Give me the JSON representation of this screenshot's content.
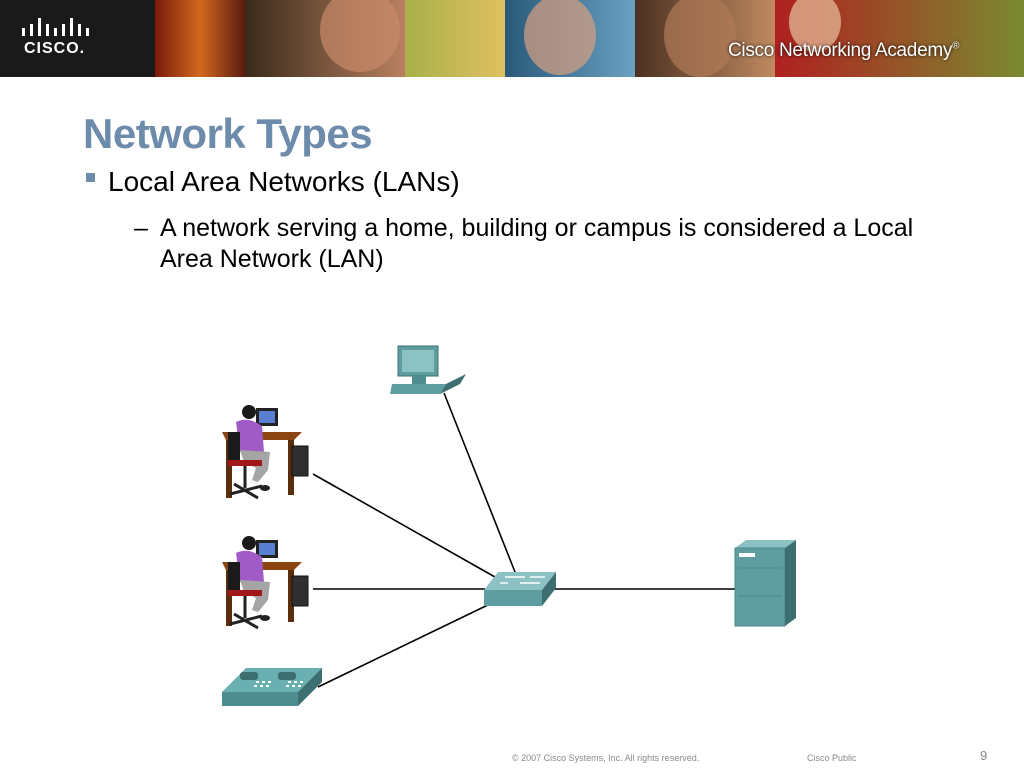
{
  "header": {
    "logo_text": "CISCO.",
    "academy_text": "Cisco Networking Academy",
    "trademark": "®"
  },
  "slide": {
    "title": "Network Types",
    "bullet": "Local Area Networks (LANs)",
    "sub_dash": "–",
    "sub_bullet": "A network serving a home, building or campus is considered a Local Area Network (LAN)"
  },
  "diagram": {
    "nodes": [
      "workstation-user-1",
      "workstation-user-2",
      "ip-phone",
      "desktop-computer",
      "lan-switch",
      "server"
    ],
    "colors": {
      "device": "#5f9ea0",
      "device_light": "#8cc2c4",
      "person": "#a15bc7",
      "desk": "#a0522d",
      "link": "#000000"
    }
  },
  "footer": {
    "copyright": "© 2007 Cisco Systems, Inc. All rights reserved.",
    "classification": "Cisco Public",
    "page_number": "9"
  }
}
